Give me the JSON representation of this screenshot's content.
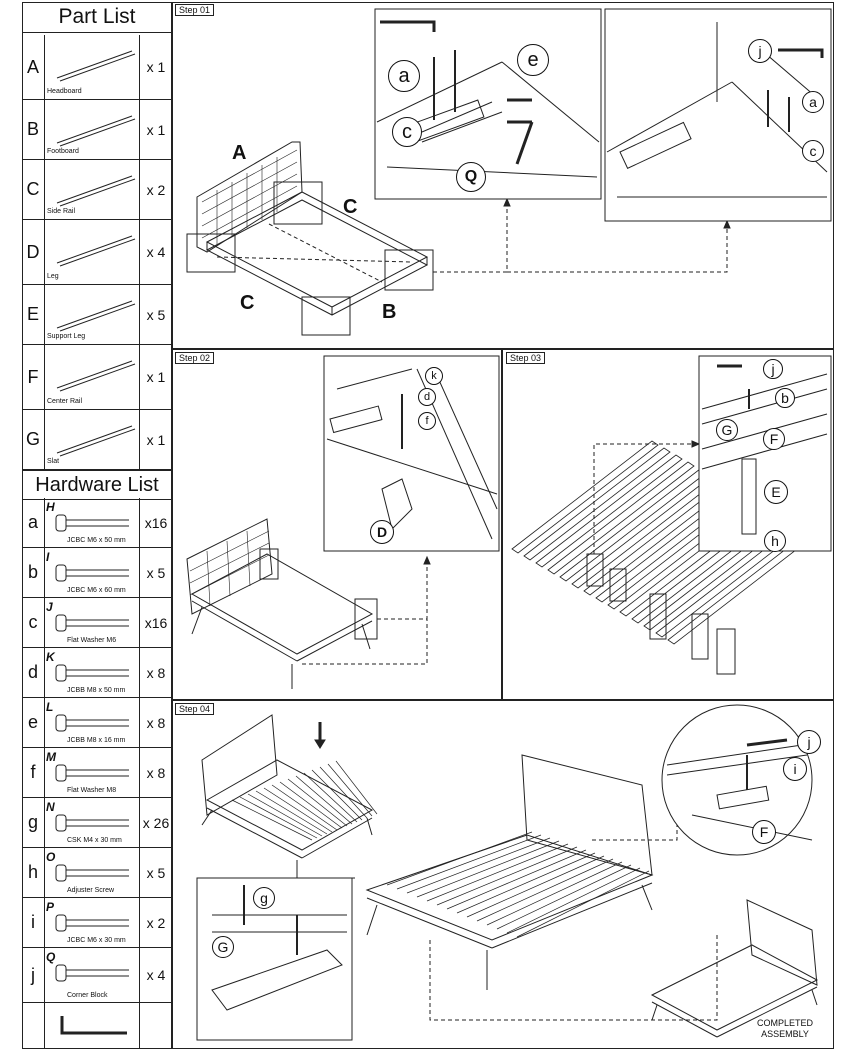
{
  "part_list": {
    "title": "Part List",
    "items": [
      {
        "letter": "A",
        "caption": "Headboard",
        "qty": "x 1"
      },
      {
        "letter": "B",
        "caption": "Footboard",
        "qty": "x 1"
      },
      {
        "letter": "C",
        "caption": "Side Rail",
        "qty": "x 2"
      },
      {
        "letter": "D",
        "caption": "Leg",
        "qty": "x 4"
      },
      {
        "letter": "E",
        "caption": "Support Leg",
        "qty": "x 5"
      },
      {
        "letter": "F",
        "caption": "Center Rail",
        "qty": "x 1"
      },
      {
        "letter": "G",
        "caption": "Slat",
        "qty": "x 1"
      }
    ]
  },
  "hardware_list": {
    "title": "Hardware List",
    "items": [
      {
        "letter": "a",
        "code": "H",
        "caption": "JCBC M6 x 50 mm",
        "qty": "x16"
      },
      {
        "letter": "b",
        "code": "I",
        "caption": "JCBC M6 x 60 mm",
        "qty": "x 5"
      },
      {
        "letter": "c",
        "code": "J",
        "caption": "Flat Washer M6",
        "qty": "x16"
      },
      {
        "letter": "d",
        "code": "K",
        "caption": "JCBB M8 x 50 mm",
        "qty": "x 8"
      },
      {
        "letter": "e",
        "code": "L",
        "caption": "JCBB M8 x 16 mm",
        "qty": "x 8"
      },
      {
        "letter": "f",
        "code": "M",
        "caption": "Flat Washer M8",
        "qty": "x 8"
      },
      {
        "letter": "g",
        "code": "N",
        "caption": "CSK M4 x 30 mm",
        "qty": "x 26"
      },
      {
        "letter": "h",
        "code": "O",
        "caption": "Adjuster Screw",
        "qty": "x 5"
      },
      {
        "letter": "i",
        "code": "P",
        "caption": "JCBC M6 x 30 mm",
        "qty": "x 2"
      },
      {
        "letter": "j",
        "code": "Q",
        "caption": "Corner Block",
        "qty": "x 4"
      }
    ]
  },
  "steps": {
    "s1": {
      "label": "Step 01",
      "A": "A",
      "B": "B",
      "C1": "C",
      "C2": "C",
      "detail1": {
        "a": "a",
        "e": "e",
        "c": "c",
        "Q": "Q"
      },
      "detail2": {
        "j": "j",
        "a": "a",
        "c": "c"
      }
    },
    "s2": {
      "label": "Step 02",
      "k": "k",
      "d": "d",
      "f": "f",
      "D": "D"
    },
    "s3": {
      "label": "Step 03",
      "j": "j",
      "b": "b",
      "G": "G",
      "F": "F",
      "E": "E",
      "h": "h"
    },
    "s4": {
      "label": "Step 04",
      "g": "g",
      "G": "G",
      "j": "j",
      "i": "i",
      "F": "F",
      "completed": "COMPLETED ASSEMBLY"
    }
  }
}
